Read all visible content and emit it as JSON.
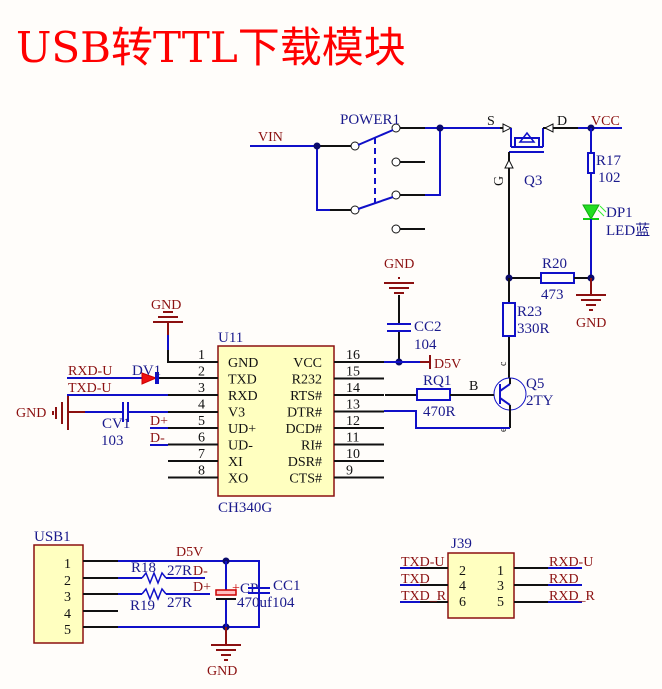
{
  "title": "USB转TTL下载模块",
  "nets": {
    "vin": "VIN",
    "vcc": "VCC",
    "gnd": "GND",
    "d5v": "D5V",
    "rxd_u": "RXD-U",
    "txd_u": "TXD-U",
    "d_plus": "D+",
    "d_minus": "D-",
    "b": "B",
    "txd": "TXD",
    "rxd": "RXD",
    "txd_r": "TXD_R",
    "rxd_r": "RXD_R"
  },
  "power_switch": {
    "ref": "POWER1"
  },
  "mosfet": {
    "ref": "Q3",
    "pin_s": "S",
    "pin_d": "D",
    "pin_g": "G"
  },
  "r17": {
    "ref": "R17",
    "value": "102"
  },
  "led": {
    "ref": "DP1",
    "value": "LED蓝"
  },
  "r20": {
    "ref": "R20",
    "value": "473"
  },
  "r23": {
    "ref": "R23",
    "value": "330R"
  },
  "q5": {
    "ref": "Q5",
    "value": "2TY",
    "pin_c": "c",
    "pin_e": "e"
  },
  "rq1": {
    "ref": "RQ1",
    "value": "470R"
  },
  "cc2": {
    "ref": "CC2",
    "value": "104"
  },
  "cv1": {
    "ref": "CV1",
    "value": "103"
  },
  "dv1": {
    "ref": "DV1"
  },
  "u11": {
    "ref": "U11",
    "part": "CH340G",
    "left_pins": [
      {
        "num": "1",
        "name": "GND"
      },
      {
        "num": "2",
        "name": "TXD"
      },
      {
        "num": "3",
        "name": "RXD"
      },
      {
        "num": "4",
        "name": "V3"
      },
      {
        "num": "5",
        "name": "UD+"
      },
      {
        "num": "6",
        "name": "UD-"
      },
      {
        "num": "7",
        "name": "XI"
      },
      {
        "num": "8",
        "name": "XO"
      }
    ],
    "right_pins": [
      {
        "num": "16",
        "name": "VCC"
      },
      {
        "num": "15",
        "name": "R232"
      },
      {
        "num": "14",
        "name": "RTS#"
      },
      {
        "num": "13",
        "name": "DTR#"
      },
      {
        "num": "12",
        "name": "DCD#"
      },
      {
        "num": "11",
        "name": "RI#"
      },
      {
        "num": "10",
        "name": "DSR#"
      },
      {
        "num": "9",
        "name": "CTS#"
      }
    ]
  },
  "usb1": {
    "ref": "USB1",
    "pins": [
      "1",
      "2",
      "3",
      "4",
      "5"
    ]
  },
  "r18": {
    "ref": "R18",
    "value": "27R"
  },
  "r19": {
    "ref": "R19",
    "value": "27R"
  },
  "cp": {
    "ref": "CP",
    "value": "470uf",
    "polarity": "+"
  },
  "cc1": {
    "ref": "CC1",
    "value": "104"
  },
  "j39": {
    "ref": "J39",
    "left_pins": [
      "2",
      "4",
      "6"
    ],
    "right_pins": [
      "1",
      "3",
      "5"
    ]
  }
}
